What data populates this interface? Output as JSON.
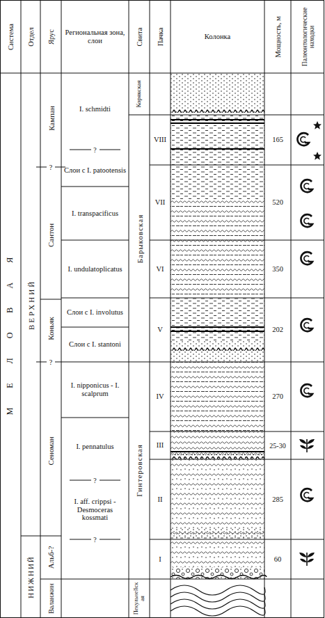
{
  "diagram": {
    "labels": [
      "Система",
      "Отдел",
      "Ярус",
      "Региональная зона, слои",
      "Свита",
      "Пачка",
      "Колонка",
      "Мощность, м",
      "Палеонтологические находки",
      "МЕЛОВАЯ",
      "ВЕРХНИЙ",
      "НИЖНИЙ",
      "Кампан",
      "?",
      "Сантон",
      "Коньяк",
      "?",
      "Сеноман",
      "Альб-?",
      "Валанжин",
      "I. schmidti",
      "?",
      "Слои с I. patootensis",
      "I. transpacificus",
      "I. undulatoplicatus",
      "Слои с I. involutus",
      "Слои с I. stantoni",
      "I. nipponicus - I. scalprum",
      "I. pennatulus",
      "?",
      "I. aff. crippsi - Desmoceras kossmati",
      "?",
      "Корякская",
      "Барыковская",
      "Гинтеровская",
      "Пекульнейская",
      "VIII",
      "VII",
      "VI",
      "V",
      "IV",
      "III",
      "II",
      "I",
      "165",
      "520",
      "350",
      "202",
      "270",
      "25-30",
      "285",
      "60"
    ]
  }
}
